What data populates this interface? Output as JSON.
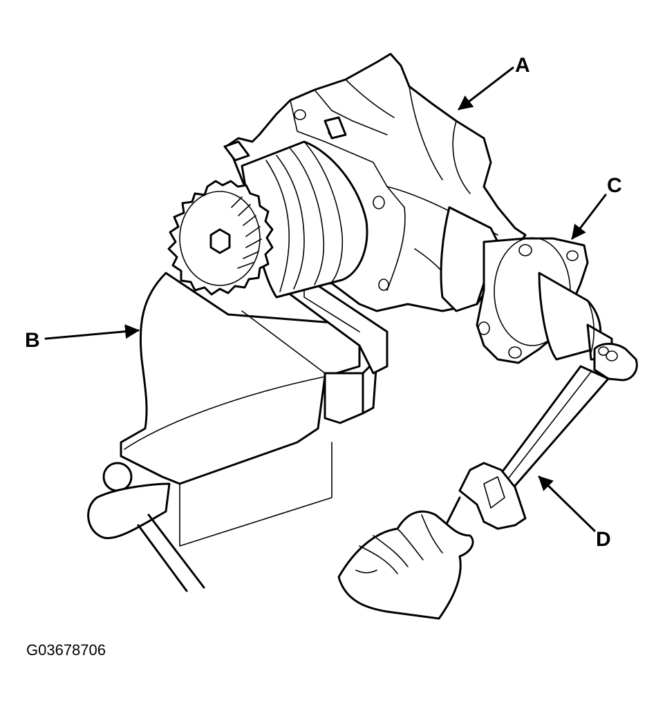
{
  "figure_id": "G03678706",
  "callouts": {
    "a": "A",
    "b": "B",
    "c": "C",
    "d": "D"
  },
  "colors": {
    "ink": "#000000",
    "paper": "#ffffff"
  }
}
